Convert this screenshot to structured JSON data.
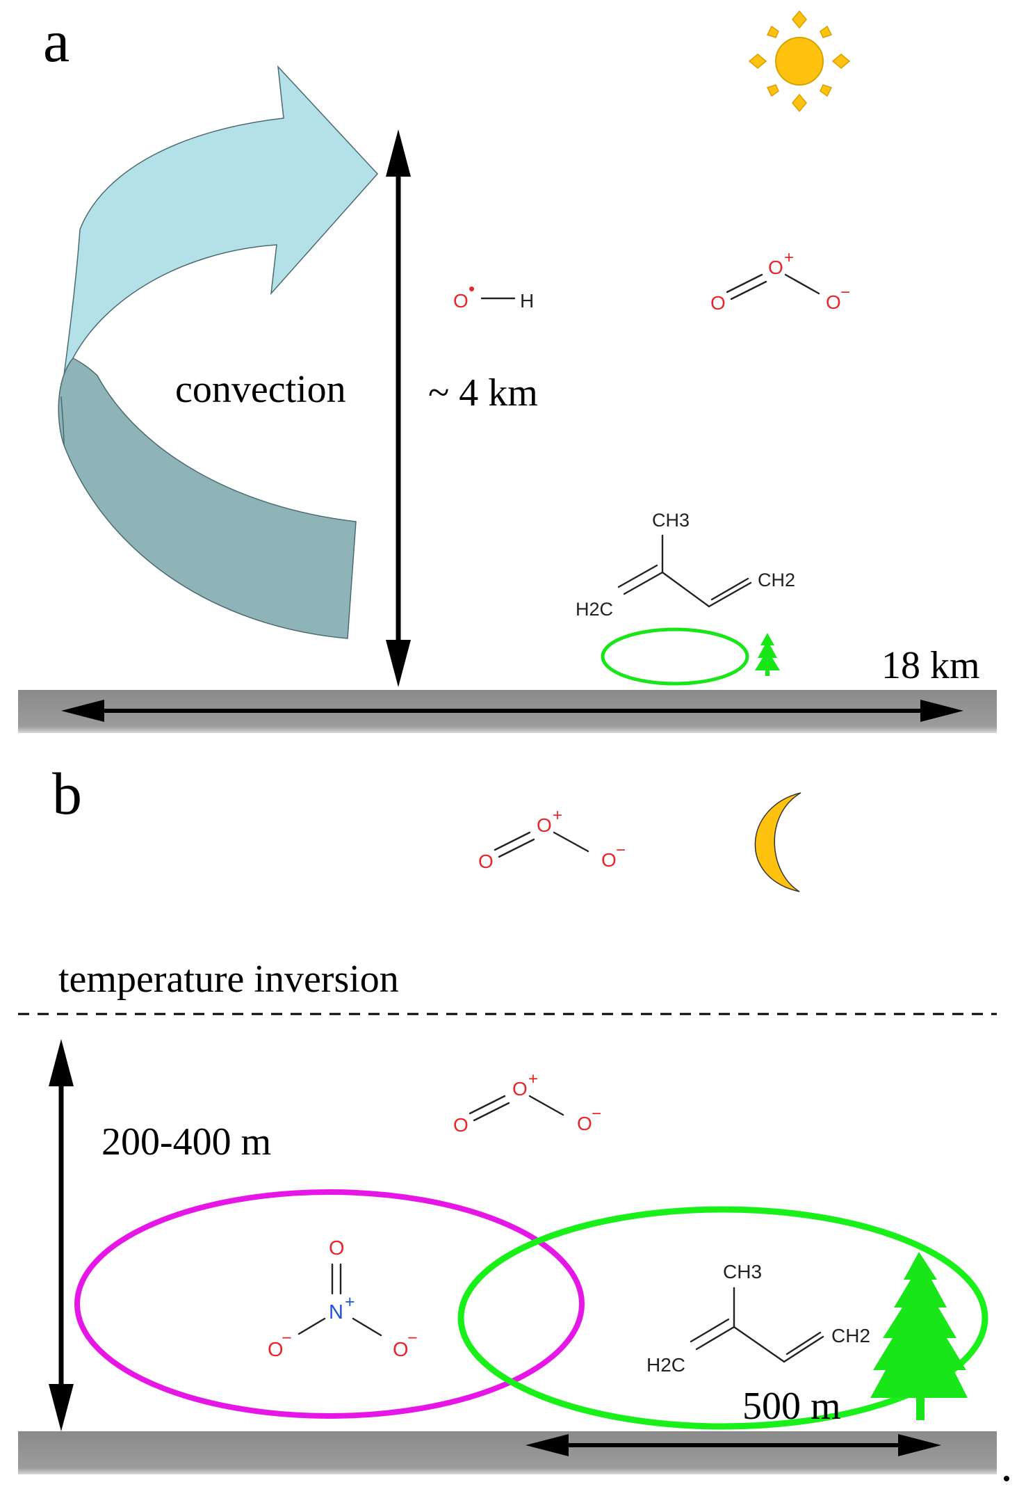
{
  "panel_a": {
    "label": "a",
    "convection_label": "convection",
    "height_label": "~ 4 km",
    "width_label": "18 km",
    "sun_icon": "sun-icon",
    "molecules": {
      "hydroxyl": {
        "O": "O",
        "radical": "•",
        "H": "H"
      },
      "ozone": {
        "O_left": "O",
        "O_center": "O",
        "plus": "+",
        "O_right": "O",
        "minus": "−"
      },
      "isoprene": {
        "CH3": "CH3",
        "H2C": "H2C",
        "CH2": "CH2"
      }
    },
    "colors": {
      "arrow_light": "#b2e0e6",
      "arrow_dark": "#8db3b7",
      "ground": "#969696",
      "source_ring": "#19e619",
      "sun": "#ffc20e"
    }
  },
  "panel_b": {
    "label": "b",
    "inversion_label": "temperature inversion",
    "height_label": "200-400 m",
    "width_label": "500 m",
    "moon_icon": "moon-icon",
    "molecules": {
      "ozone_upper": {
        "O_left": "O",
        "O_center": "O",
        "plus": "+",
        "O_right": "O",
        "minus": "−"
      },
      "ozone_lower": {
        "O_left": "O",
        "O_center": "O",
        "plus": "+",
        "O_right": "O",
        "minus": "−"
      },
      "nitrate": {
        "O_top": "O",
        "N": "N",
        "plus": "+",
        "O_left": "O",
        "O_right": "O",
        "minus": "−"
      },
      "isoprene": {
        "CH3": "CH3",
        "H2C": "H2C",
        "CH2": "CH2"
      }
    },
    "colors": {
      "nitrate_ring": "#e617e6",
      "isoprene_ring": "#19f019",
      "tree": "#19e619",
      "moon": "#ffc20e"
    }
  }
}
